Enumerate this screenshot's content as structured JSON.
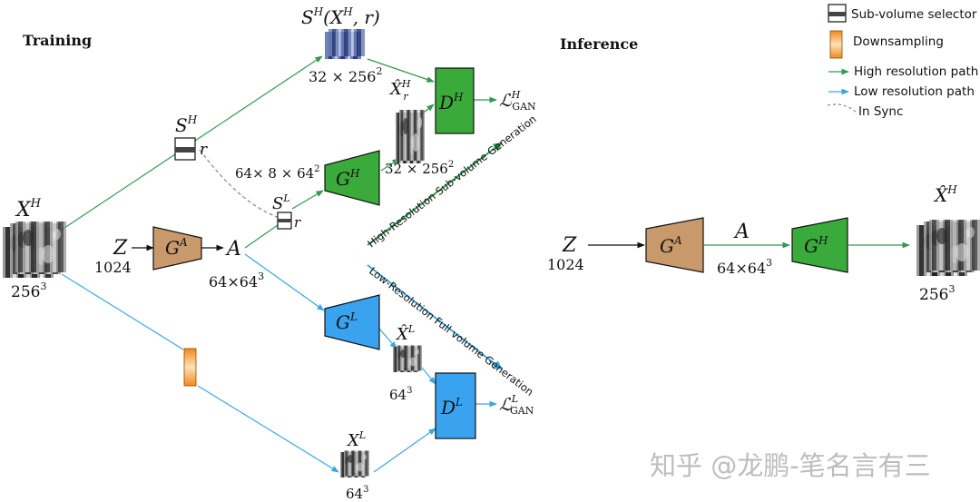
{
  "headers": {
    "training": "Training",
    "inference": "Inference"
  },
  "legend": {
    "selector": "Sub-volume selector",
    "downsampling": "Downsampling",
    "high_path": "High resolution path",
    "low_path": "Low resolution path",
    "sync": "In Sync"
  },
  "colors": {
    "green_path": "#2e9b4f",
    "blue_path": "#3aa8e0",
    "generator_a": "#c8996a",
    "generator_h": "#3aaa3a",
    "generator_l": "#3aa3ef",
    "discriminator_h": "#3aaa3a",
    "discriminator_l": "#3aa3ef",
    "downsample": "#f08a1c"
  },
  "training": {
    "xh": {
      "base": "X",
      "sup": "H",
      "size_base": "256",
      "size_exp": "3"
    },
    "z": {
      "label": "Z",
      "dim": "1024"
    },
    "ga": {
      "base": "G",
      "sup": "A"
    },
    "a": {
      "label": "A",
      "size_base": "64×64",
      "size_exp": "3"
    },
    "sh": {
      "base": "S",
      "sup": "H",
      "r": "r"
    },
    "sl": {
      "base": "S",
      "sup": "L",
      "r": "r"
    },
    "sh_out": {
      "text": "S",
      "sup": "H",
      "args": "(X",
      "args_sup": "H",
      "args_end": ", r)",
      "size_base": "32 × 256",
      "size_exp": "2"
    },
    "gh": {
      "base": "G",
      "sup": "H",
      "in_size_base": "64× 8 × 64",
      "in_size_exp": "2"
    },
    "xh_hat": {
      "base": "X̂",
      "sup": "H",
      "sub": "r",
      "size_base": "32 × 256",
      "size_exp": "2"
    },
    "dh": {
      "base": "D",
      "sup": "H"
    },
    "loss_h": {
      "base": "ℒ",
      "sup": "H",
      "sub": "GAN"
    },
    "gl": {
      "base": "G",
      "sup": "L"
    },
    "xl_hat": {
      "base": "X̂",
      "sup": "L",
      "size_base": "64",
      "size_exp": "3"
    },
    "dl": {
      "base": "D",
      "sup": "L"
    },
    "loss_l": {
      "base": "ℒ",
      "sup": "L",
      "sub": "GAN"
    },
    "xl": {
      "base": "X",
      "sup": "L",
      "size_base": "64",
      "size_exp": "3"
    },
    "high_res_arrow": "High-Resolution Sub-volume Generation",
    "low_res_arrow": "Low-Resolution Full volume Generation"
  },
  "inference": {
    "z": {
      "label": "Z",
      "dim": "1024"
    },
    "ga": {
      "base": "G",
      "sup": "A"
    },
    "a": {
      "label": "A",
      "size_base": "64×64",
      "size_exp": "3"
    },
    "gh": {
      "base": "G",
      "sup": "H"
    },
    "out": {
      "base": "X̂",
      "sup": "H",
      "size_base": "256",
      "size_exp": "3"
    }
  },
  "watermark": "知乎 @龙鹏-笔名言有三"
}
